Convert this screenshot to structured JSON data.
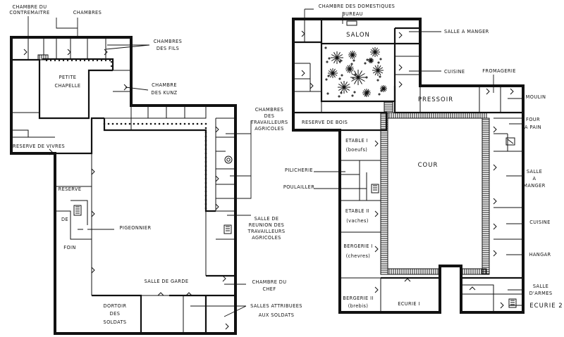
{
  "left_plan": {
    "labels": {
      "chambre_contremaitre": [
        "CHAMBRE DU",
        "CONTREMAITRE"
      ],
      "chambres": "CHAMBRES",
      "chambres_des_fils": [
        "CHAMBRES",
        "DES FILS"
      ],
      "petite_chapelle": [
        "PETITE",
        "CHAPELLE"
      ],
      "chambre_des_kunz": [
        "CHAMBRE",
        "DES KUNZ"
      ],
      "chambres_travailleurs": [
        "CHAMBRES",
        "DES",
        "TRAVAILLEURS",
        "AGRICOLES"
      ],
      "reserve_vivres": "RESERVE DE VIVRES",
      "reserve_de_foin": [
        "RESERVE",
        "DE",
        "FOIN"
      ],
      "pigeonnier": "PIGEONNIER",
      "salle_reunion": [
        "SALLE DE",
        "REUNION DES",
        "TRAVAILLEURS",
        "AGRICOLES"
      ],
      "salle_de_garde": "SALLE DE GARDE",
      "chambre_du_chef": [
        "CHAMBRE DU",
        "CHEF"
      ],
      "dortoir_soldats": [
        "DORTOIR",
        "DES",
        "SOLDATS"
      ],
      "salles_soldats": [
        "SALLES ATTRIBUEES",
        "AUX SOLDATS"
      ]
    }
  },
  "right_plan": {
    "labels": {
      "chambre_domestiques": "CHAMBRE DES DOMESTIQUES",
      "bureau": "BUREAU",
      "salon": "SALON",
      "salle_a_manger_top": "SALLE A MANGER",
      "cuisine_top": "CUISINE",
      "fromagerie": "FROMAGERIE",
      "pressoir": "PRESSOIR",
      "moulin": "MOULIN",
      "four_a_pain": [
        "FOUR",
        "A PAIN"
      ],
      "reserve_bois": "RESERVE DE BOIS",
      "etable_1": [
        "ETABLE I",
        "(boeufs)"
      ],
      "cour": "COUR",
      "salle_a_manger_right": [
        "SALLE",
        "A",
        "MANGER"
      ],
      "pilicherie": "PILICHERIE",
      "poulailler": "POULAILLER",
      "etable_2": [
        "ETABLE II",
        "(vaches)"
      ],
      "cuisine_right": "CUISINE",
      "bergerie_1": [
        "BERGERIE I",
        "(chevres)"
      ],
      "hangar": "HANGAR",
      "salle_d_armes": [
        "SALLE",
        "D'ARMES"
      ],
      "bergerie_2": [
        "BERGERIE II",
        "(brebis)"
      ],
      "ecurie_1": "ECURIE I",
      "ecurie_2": "ECURIE 2"
    }
  }
}
